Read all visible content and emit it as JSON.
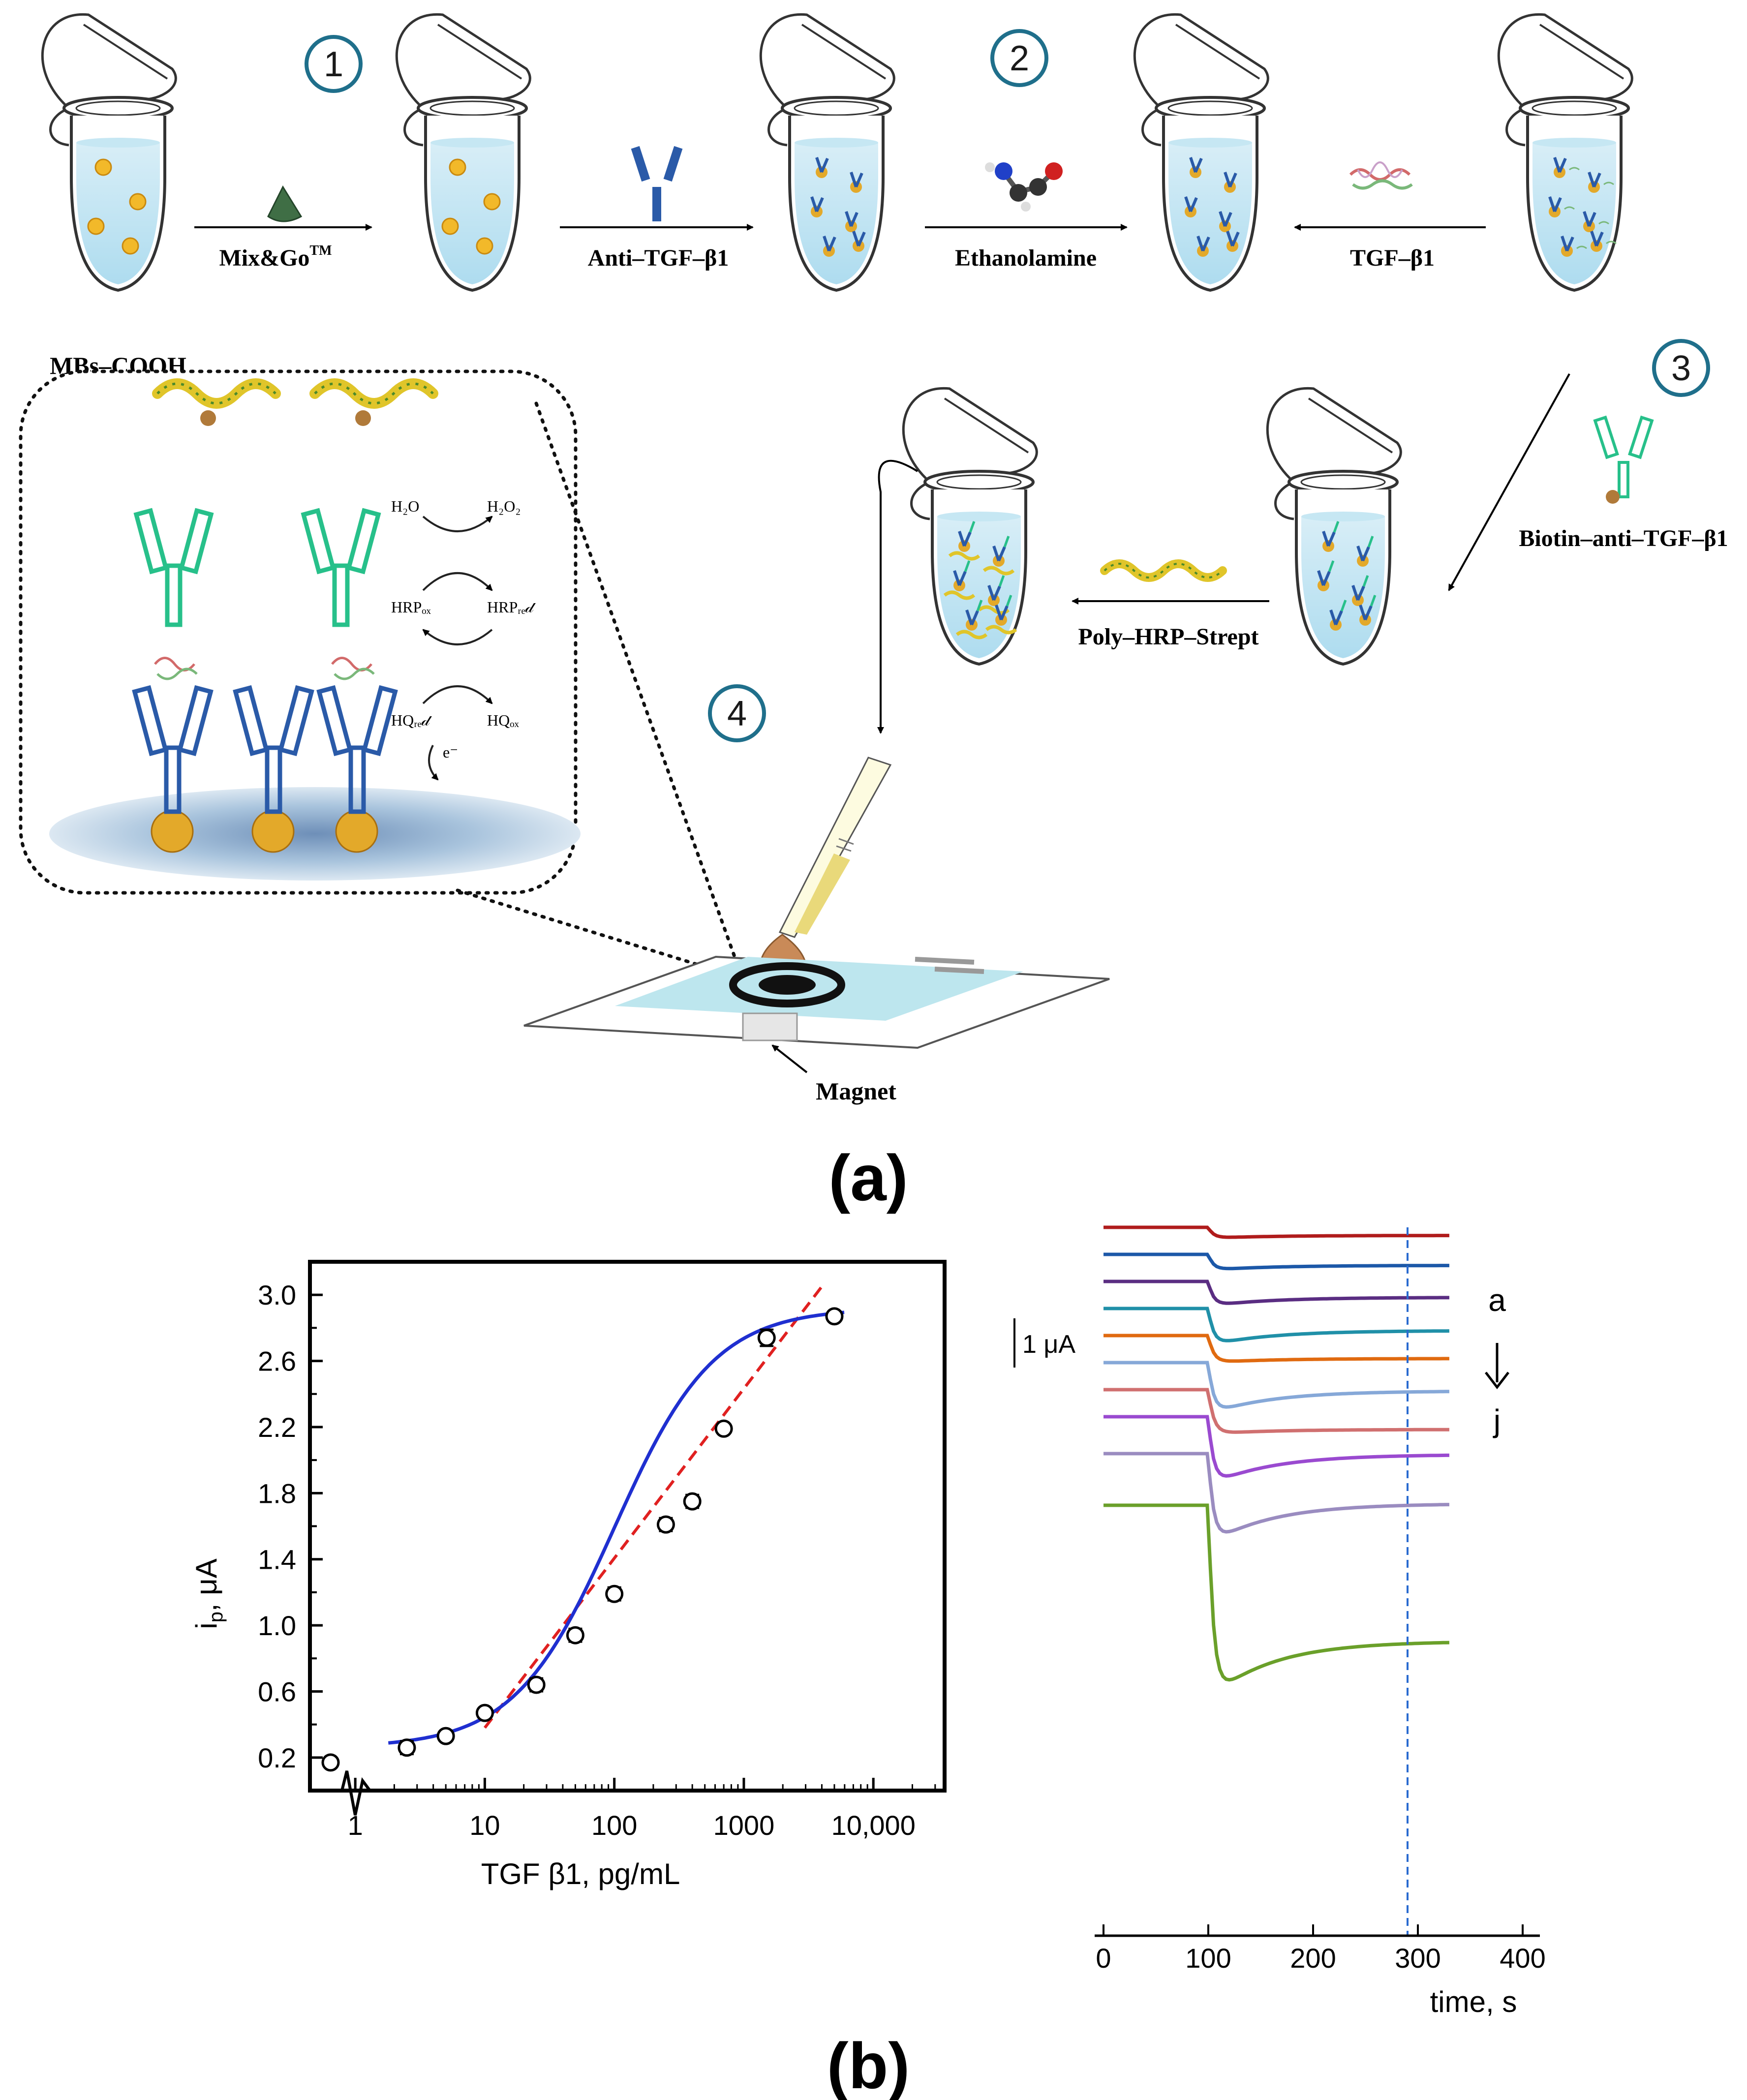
{
  "panel_a": {
    "step_numbers": [
      "1",
      "2",
      "3",
      "4"
    ],
    "start_label": "MBs–COOH",
    "arrows": {
      "mixgo": "Mix&Go",
      "mixgo_tm": "TM",
      "anti_tgf": "Anti–TGF–β1",
      "ethanolamine": "Ethanolamine",
      "tgf": "TGF–β1",
      "biotin": "Biotin–anti–TGF–β1",
      "polyhrp": "Poly–HRP–Strept"
    },
    "magnet_label": "Magnet",
    "inset_reactions": {
      "h2o": "H₂O",
      "h2o2": "H₂O₂",
      "hrp_ox": "HRPₒₓ",
      "hrp_red": "HRPᵣₑ𝒹",
      "hq_red": "HQᵣₑ𝒹",
      "hq_ox": "HQₒₓ",
      "electron": "e⁻"
    },
    "panel_label": "(a)"
  },
  "panel_b": {
    "panel_label": "(b)",
    "chart_data": [
      {
        "type": "scatter",
        "xlabel": "TGF β1, pg/mL",
        "ylabel": "i",
        "ylabel_sub": "p",
        "ylabel_unit": ", μA",
        "x_scale": "log",
        "x_ticks": [
          "1",
          "10",
          "100",
          "1000",
          "10,000"
        ],
        "y_ticks": [
          "0.2",
          "0.6",
          "1.0",
          "1.4",
          "1.8",
          "2.2",
          "2.6",
          "3.0"
        ],
        "ylim": [
          0.0,
          3.2
        ],
        "blank_point": {
          "y": 0.17
        },
        "points": [
          {
            "x": 2.5,
            "y": 0.26,
            "err": 0.04
          },
          {
            "x": 5,
            "y": 0.33,
            "err": 0
          },
          {
            "x": 10,
            "y": 0.47,
            "err": 0
          },
          {
            "x": 25,
            "y": 0.64,
            "err": 0.04
          },
          {
            "x": 50,
            "y": 0.94,
            "err": 0.04
          },
          {
            "x": 100,
            "y": 1.19,
            "err": 0.04
          },
          {
            "x": 250,
            "y": 1.61,
            "err": 0.04
          },
          {
            "x": 400,
            "y": 1.75,
            "err": 0.04
          },
          {
            "x": 700,
            "y": 2.19,
            "err": 0
          },
          {
            "x": 1500,
            "y": 2.74,
            "err": 0.05
          },
          {
            "x": 5000,
            "y": 2.87,
            "err": 0
          }
        ],
        "fit_curve": {
          "color": "#1f2fd0"
        },
        "linear_fit": {
          "x": [
            10,
            4000
          ],
          "y": [
            0.38,
            3.05
          ],
          "color": "#e02020"
        }
      },
      {
        "type": "line",
        "xlabel": "time, s",
        "x_ticks": [
          "0",
          "100",
          "200",
          "300",
          "400"
        ],
        "xlim": [
          0,
          400
        ],
        "scale_bar_label": "1 μA",
        "series_range": {
          "start": "a",
          "end": "j"
        },
        "marker_line": {
          "x": 300,
          "color": "#2a6bd0"
        },
        "series": [
          {
            "color": "#b01c1c",
            "base": 0.0,
            "drop": 0.22,
            "recover": 0.75
          },
          {
            "color": "#1c58a8",
            "base": 0.55,
            "drop": 0.32,
            "recover": 0.7
          },
          {
            "color": "#5a2d82",
            "base": 1.1,
            "drop": 0.5,
            "recover": 0.65
          },
          {
            "color": "#2090a8",
            "base": 1.65,
            "drop": 0.75,
            "recover": 0.6
          },
          {
            "color": "#e06a10",
            "base": 2.2,
            "drop": 0.55,
            "recover": 0.85
          },
          {
            "color": "#86a8d8",
            "base": 2.75,
            "drop": 1.05,
            "recover": 0.55
          },
          {
            "color": "#d07070",
            "base": 3.3,
            "drop": 0.9,
            "recover": 0.9
          },
          {
            "color": "#9a4ad0",
            "base": 3.85,
            "drop": 1.4,
            "recover": 0.55
          },
          {
            "color": "#9a8cc0",
            "base": 4.6,
            "drop": 1.85,
            "recover": 0.55
          },
          {
            "color": "#6aa02a",
            "base": 5.65,
            "drop": 3.95,
            "recover": 0.7
          }
        ]
      }
    ]
  }
}
